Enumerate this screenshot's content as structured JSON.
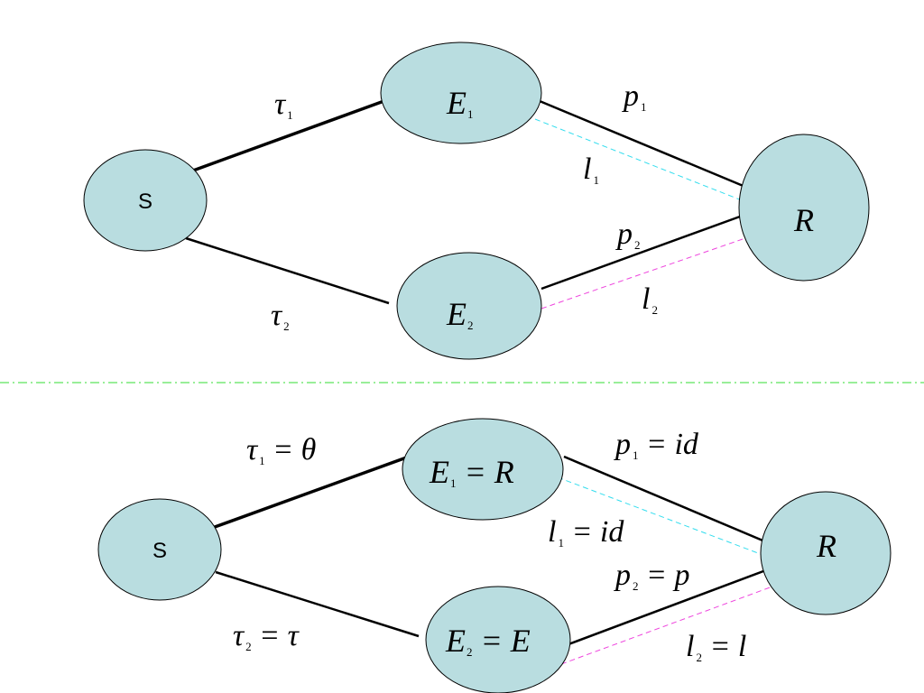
{
  "colors": {
    "node_fill": "#b9dde0",
    "divider": "#33dd33",
    "dashed_cyan": "#33ddee",
    "dashed_magenta": "#ee44dd"
  },
  "top": {
    "nodes": {
      "s": "S",
      "e1": {
        "base": "E",
        "sub": "1"
      },
      "e2": {
        "base": "E",
        "sub": "2"
      },
      "r": "R"
    },
    "labels": {
      "tau1": {
        "base": "τ",
        "sub": "1"
      },
      "tau2": {
        "base": "τ",
        "sub": "2"
      },
      "p1": {
        "base": "p",
        "sub": "1"
      },
      "p2": {
        "base": "p",
        "sub": "2"
      },
      "l1": {
        "base": "l",
        "sub": "1"
      },
      "l2": {
        "base": "l",
        "sub": "2"
      }
    }
  },
  "bottom": {
    "nodes": {
      "s": "S",
      "e1": {
        "base": "E",
        "sub": "1",
        "rest": " = R"
      },
      "e2": {
        "base": "E",
        "sub": "2",
        "rest": " = E"
      },
      "r": "R"
    },
    "labels": {
      "tau1": {
        "base": "τ",
        "sub": "1",
        "rest": " = θ"
      },
      "tau2": {
        "base": "τ",
        "sub": "2",
        "rest": " = τ"
      },
      "p1": {
        "base": "p",
        "sub": "1",
        "rest": " = id"
      },
      "p2": {
        "base": "p",
        "sub": "2",
        "rest": " = p"
      },
      "l1": {
        "base": "l",
        "sub": "1",
        "rest": " = id"
      },
      "l2": {
        "base": "l",
        "sub": "2",
        "rest": " = l"
      }
    }
  }
}
